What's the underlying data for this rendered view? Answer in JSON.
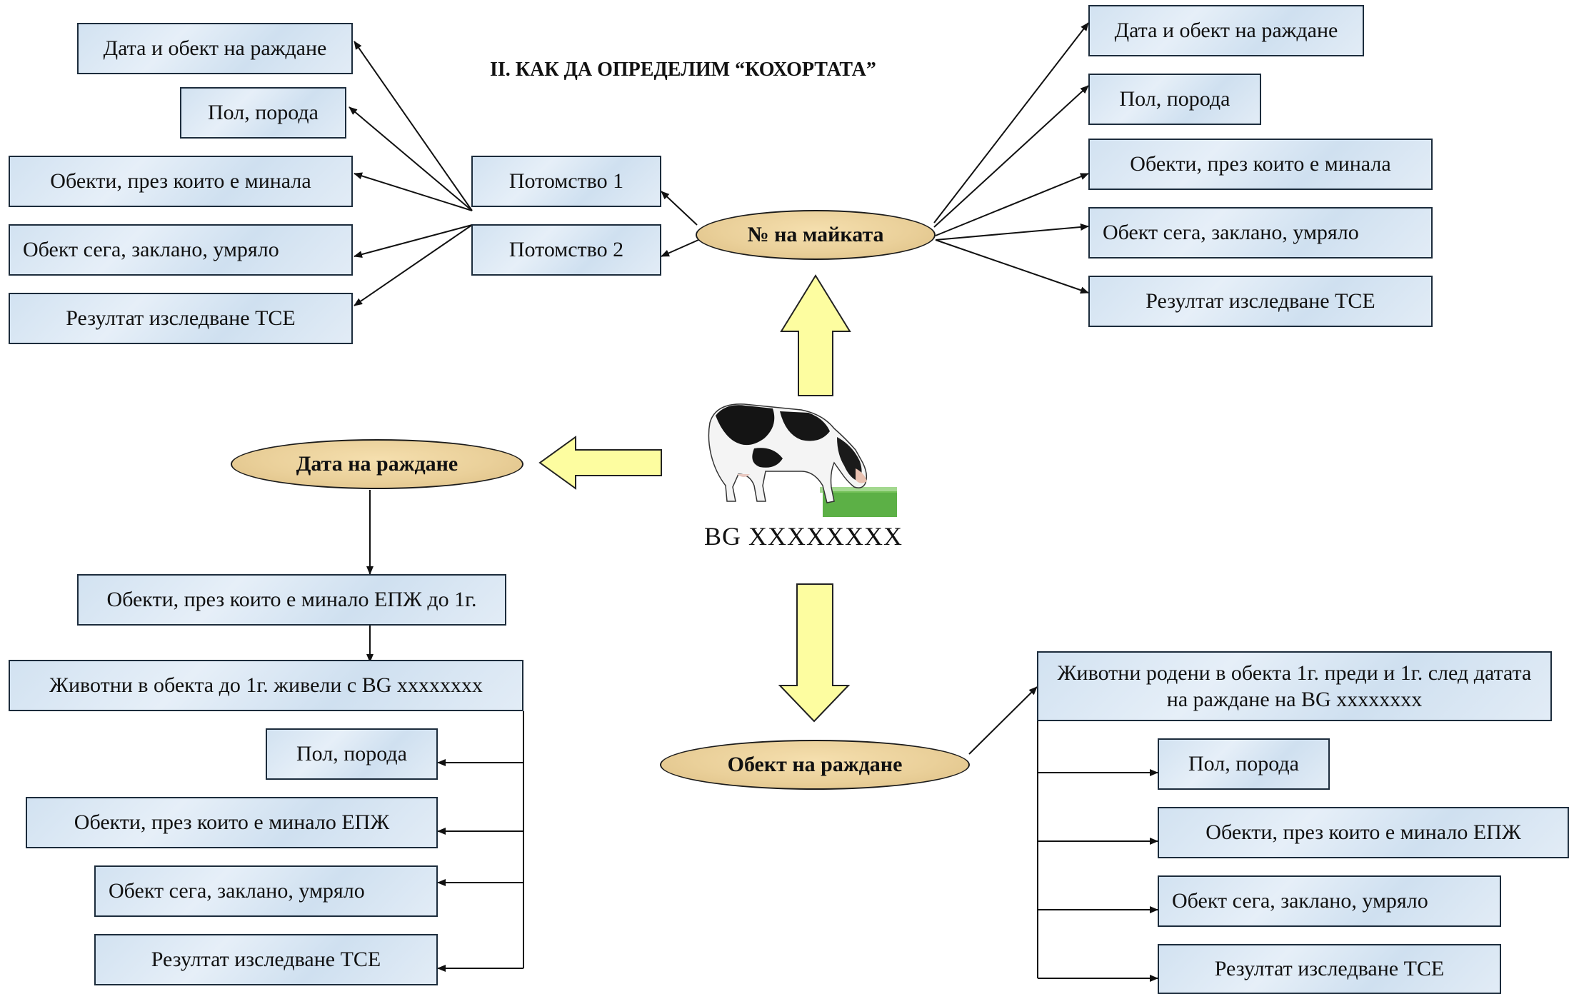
{
  "title": "II. КАК ДА ОПРЕДЕЛИМ “КОХОРТАТА”",
  "animal_id": "BG XXXXXXXX",
  "nodes": {
    "mother": "№ на майката",
    "birth_date": "Дата на раждане",
    "birth_object": "Обект на раждане"
  },
  "offspring": {
    "o1": "Потомство 1",
    "o2": "Потомство 2"
  },
  "offspring_info": {
    "date_object": "Дата и обект на раждане",
    "sex_breed": "Пол, порода",
    "passed_objects": "Обекти, през които е минала",
    "current_object": "Обект сега, заклано, умряло",
    "tse_result": "Резултат изследване ТСЕ"
  },
  "mother_info": {
    "date_object": "Дата и обект на раждане",
    "sex_breed": "Пол, порода",
    "passed_objects": "Обекти, през които е минала",
    "current_object": "Обект сега, заклано, умряло",
    "tse_result": "Резултат изследване ТСЕ"
  },
  "birth_date_branch": {
    "objects_epzh": "Обекти, през които е минало ЕПЖ до 1г.",
    "animals": "Животни в обекта до 1г. живели с BG xxxxxxxx",
    "sex_breed": "Пол, порода",
    "passed_epzh": "Обекти, през които е минало ЕПЖ",
    "current_object": "Обект сега, заклано, умряло",
    "tse_result": "Резултат изследване ТСЕ"
  },
  "birth_object_branch": {
    "animals": "Животни родени в обекта 1г. преди и 1г. след датата на раждане на  BG xxxxxxxx",
    "sex_breed": "Пол, порода",
    "passed_epzh": "Обекти, през които е минало ЕПЖ",
    "current_object": "Обект сега, заклано, умряло",
    "tse_result": "Резултат изследване ТСЕ"
  },
  "colors": {
    "box_fill": "#dce8f5",
    "oval_fill": "#ebd29c",
    "big_arrow_fill": "#fdfda0",
    "line": "#111111"
  }
}
